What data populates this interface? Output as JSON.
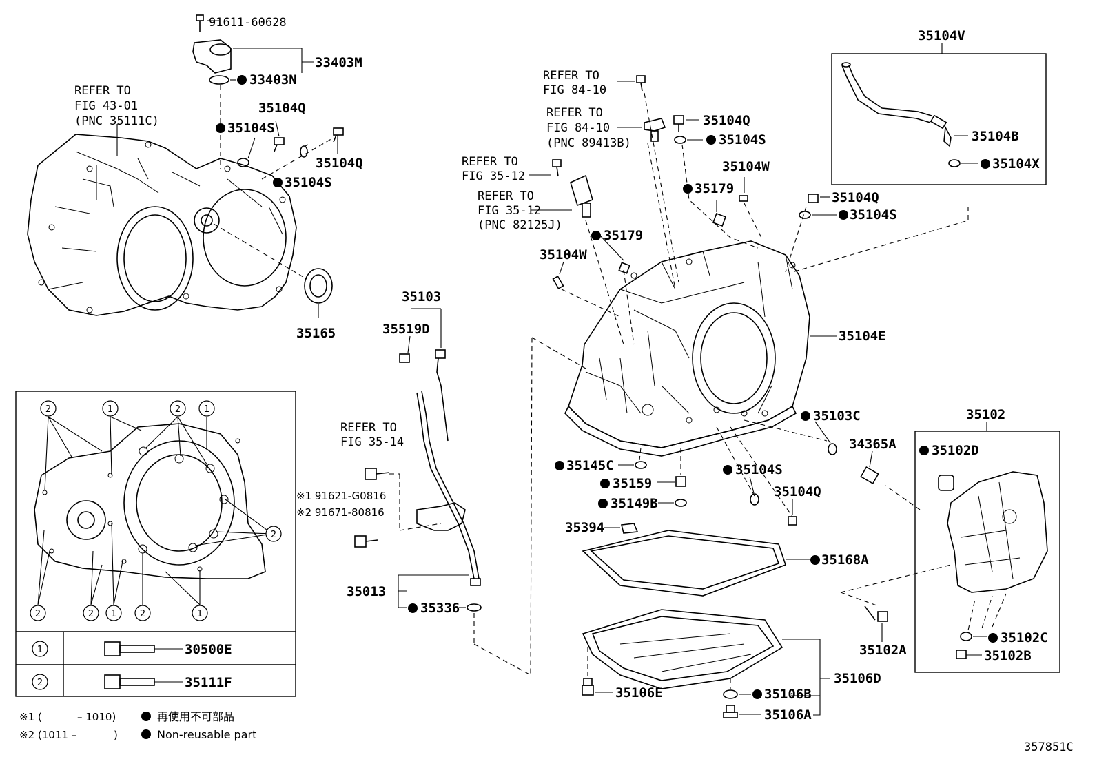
{
  "figure_id": "357851C",
  "refer_notes": {
    "fig_43_01": [
      "REFER TO",
      "FIG 43-01",
      "(PNC 35111C)"
    ],
    "fig_84_10_a": [
      "REFER TO",
      "FIG 84-10"
    ],
    "fig_84_10_b": [
      "REFER TO",
      "FIG 84-10",
      "(PNC 89413B)"
    ],
    "fig_35_12_a": [
      "REFER TO",
      "FIG 35-12"
    ],
    "fig_35_12_b": [
      "REFER TO",
      "FIG 35-12",
      "(PNC 82125J)"
    ],
    "fig_35_14": [
      "REFER TO",
      "FIG 35-14"
    ]
  },
  "parts": {
    "p91611_60628": "91611-60628",
    "p33403M": "33403M",
    "p33403N": "33403N",
    "p35104Q_a": "35104Q",
    "p35104S_a": "35104S",
    "p35104Q_b": "35104Q",
    "p35104S_b": "35104S",
    "p35165": "35165",
    "p35104Q_c": "35104Q",
    "p35104S_c": "35104S",
    "p35104W_a": "35104W",
    "p35179_a": "35179",
    "p35179_b": "35179",
    "p35104W_b": "35104W",
    "p35104Q_d": "35104Q",
    "p35104S_d": "35104S",
    "p35104V": "35104V",
    "p35104B": "35104B",
    "p35104X": "35104X",
    "p35104E": "35104E",
    "p35103": "35103",
    "p35519D": "35519D",
    "p35103C": "35103C",
    "p34365A": "34365A",
    "p35102": "35102",
    "p35102D": "35102D",
    "p35145C": "35145C",
    "p35159": "35159",
    "p35104S_e": "35104S",
    "p35104Q_e": "35104Q",
    "p35149B": "35149B",
    "p35394": "35394",
    "p35168A": "35168A",
    "p91621_G0816": "※1 91621-G0816",
    "p91671_80816": "※2 91671-80816",
    "p35013": "35013",
    "p35336": "35336",
    "p35102A": "35102A",
    "p35102C": "35102C",
    "p35102B": "35102B",
    "p35106D": "35106D",
    "p35106E": "35106E",
    "p35106B": "35106B",
    "p35106A": "35106A"
  },
  "bolt_table": {
    "rows": [
      {
        "mark": "1",
        "part": "30500E"
      },
      {
        "mark": "2",
        "part": "35111F"
      }
    ]
  },
  "position_marks": {
    "m1": "2",
    "m2": "1",
    "m3": "2",
    "m4": "1",
    "m5": "2",
    "m6": "2",
    "m7": "2",
    "m8": "1",
    "m9": "2",
    "m10": "1"
  },
  "footnotes": {
    "note1_mark": "※1 (",
    "note1_range": "– 1010)",
    "note2_mark": "※2 (1011 –",
    "note2_range": ")",
    "nonreusable_ja": "再使用不可部品",
    "nonreusable_en": "Non-reusable part"
  }
}
